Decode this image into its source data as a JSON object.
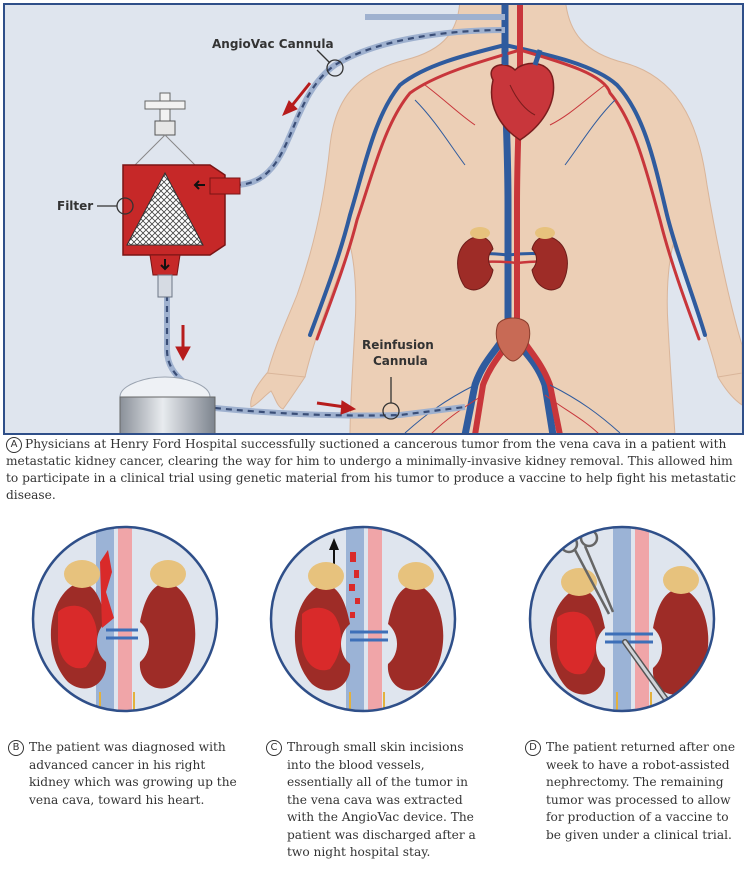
{
  "main": {
    "labels": {
      "angiovac_cannula": "AngioVac Cannula",
      "filter": "Filter",
      "reinfusion_line1": "Reinfusion",
      "reinfusion_line2": "Cannula"
    }
  },
  "caption_a": {
    "letter": "A",
    "text": "Physicians at Henry Ford Hospital successfully suctioned a cancerous tumor from the vena cava in a patient with metastatic kidney cancer, clearing the way for him to undergo a minimally-invasive kidney removal. This allowed him to participate in a clinical trial using genetic material from his tumor to produce a vaccine to help fight his metastatic disease."
  },
  "panels": [
    {
      "letter": "B",
      "text": "The patient was diagnosed with advanced cancer in his right kidney which was growing up the vena cava, toward his heart."
    },
    {
      "letter": "C",
      "text": "Through small skin incisions into the blood vessels, essentially all of the tumor in the vena cava was extracted with the AngioVac device. The patient was discharged after a two night hospital stay."
    },
    {
      "letter": "D",
      "text": "The patient returned after one week to have a robot-assisted nephrectomy. The remaining tumor was processed to allow for production of a vaccine to be given under a clinical trial."
    }
  ],
  "colors": {
    "frame_border": "#2f4f89",
    "background": "#dfe5ee",
    "skin": "#eccfb6",
    "artery": "#c8363b",
    "vein": "#2f5b9e",
    "tumor": "#d92a2a",
    "kidney": "#9e2c27",
    "adrenal": "#e7c27d",
    "filter_red": "#c62828",
    "arrow_red": "#b71c1c"
  }
}
